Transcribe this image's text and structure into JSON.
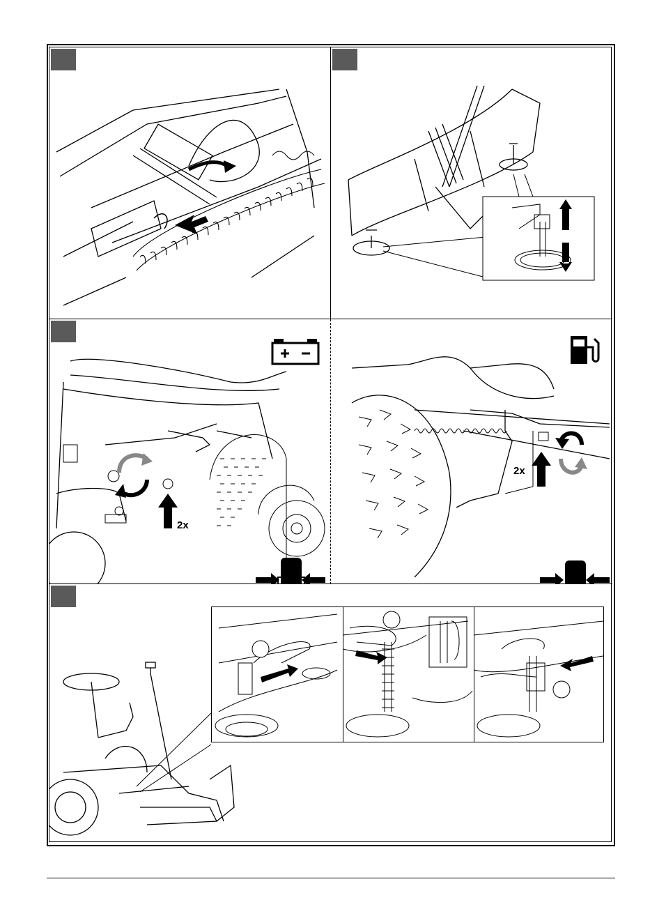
{
  "page": {
    "panels": [
      {
        "id": "panel-1",
        "content": "spring-pin-attachment"
      },
      {
        "id": "panel-2",
        "content": "plow-blade-skid-shoes"
      },
      {
        "id": "panel-3",
        "content": "battery-side-adjustment",
        "multiplier_label": "2x",
        "icon": "battery-icon"
      },
      {
        "id": "panel-4",
        "content": "fuel-side-adjustment",
        "multiplier_label": "2x",
        "icon": "fuel-pump-icon"
      },
      {
        "id": "panel-5",
        "content": "lift-chain-installation"
      }
    ]
  },
  "colors": {
    "line": "#000000",
    "step_marker": "#5a5a5a",
    "arrow_gray": "#8a8a8a"
  }
}
